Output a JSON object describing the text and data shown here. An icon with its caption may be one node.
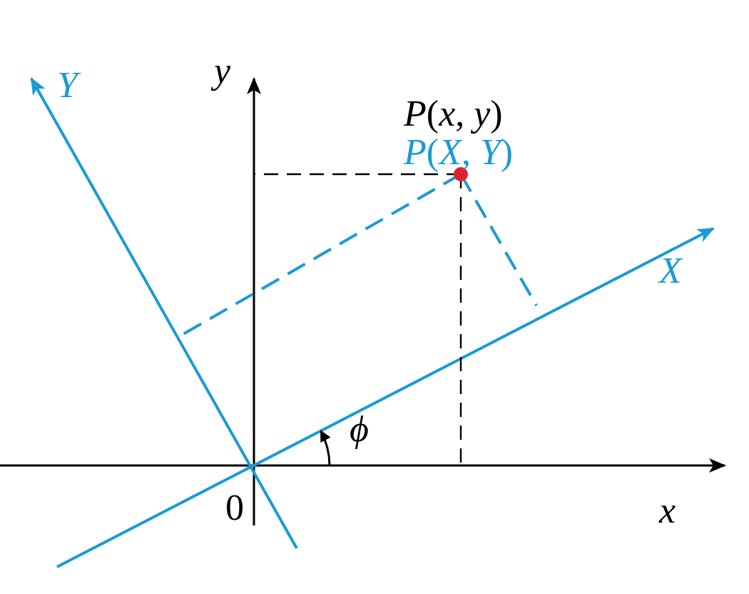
{
  "diagram": {
    "labels": [
      "y",
      "*P*(*x*, *y*)",
      "*P*(*X*, *Y*)",
      "Y",
      "X",
      "ϕ",
      "0",
      "x"
    ]
  }
}
